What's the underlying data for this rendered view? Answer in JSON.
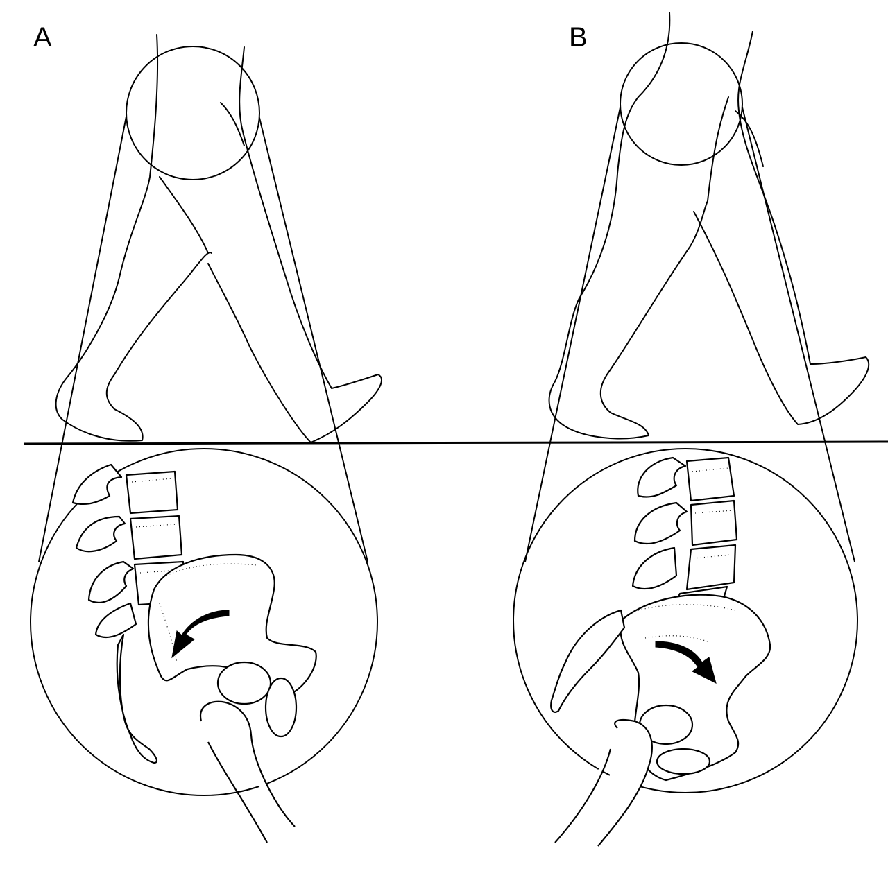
{
  "panels": [
    {
      "id": "A",
      "label": "A"
    },
    {
      "id": "B",
      "label": "B"
    }
  ],
  "colors": {
    "ink": "#000000",
    "paper": "#ffffff"
  }
}
